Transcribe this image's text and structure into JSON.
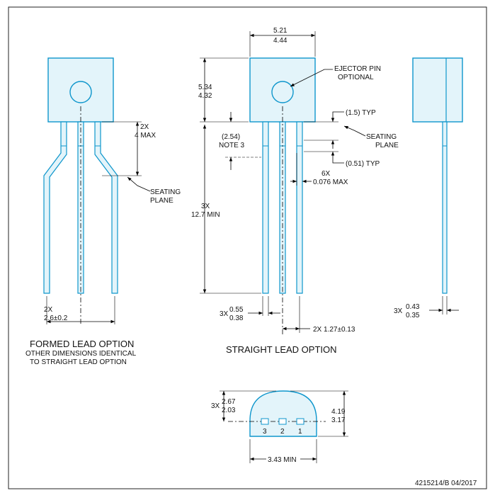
{
  "formed": {
    "dim_count": "2X",
    "dim_max": "4 MAX",
    "seating_1": "SEATING",
    "seating_2": "PLANE",
    "pitch_count": "2X",
    "pitch_value": "2.6±0.2",
    "title": "FORMED LEAD OPTION",
    "note_1": "OTHER DIMENSIONS IDENTICAL",
    "note_2": "TO STRAIGHT LEAD OPTION"
  },
  "straight": {
    "width_max": "5.21",
    "width_min": "4.44",
    "height_max": "5.34",
    "height_min": "4.32",
    "ejector_1": "EJECTOR PIN",
    "ejector_2": "OPTIONAL",
    "ref_1": "(2.54)",
    "ref_2": "NOTE 3",
    "typ_15": "(1.5) TYP",
    "typ_051": "(0.51) TYP",
    "seating_1": "SEATING",
    "seating_2": "PLANE",
    "dim_6x": "6X",
    "dim_076": "0.076 MAX",
    "len_count": "3X",
    "len_value": "12.7 MIN",
    "lw_count": "3X",
    "lw_max": "0.55",
    "lw_min": "0.38",
    "pitch": "2X 1.27±0.13",
    "title": "STRAIGHT LEAD OPTION"
  },
  "side": {
    "count": "3X",
    "max": "0.43",
    "min": "0.35"
  },
  "bottom": {
    "count": "3X",
    "pad_max": "2.67",
    "pad_min": "2.03",
    "depth_max": "4.19",
    "depth_min": "3.17",
    "pin3": "3",
    "pin2": "2",
    "pin1": "1",
    "width": "3.43 MIN"
  },
  "footer": "4215214/B  04/2017",
  "colors": {
    "outline": "#0e96cc",
    "fill": "#e3f4fa"
  }
}
